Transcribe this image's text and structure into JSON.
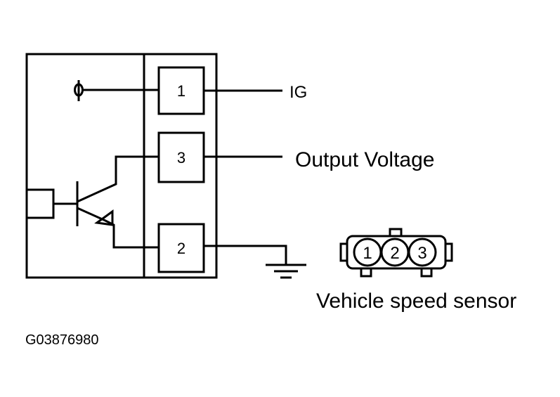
{
  "terminals": {
    "pin1": "1",
    "pin3": "3",
    "pin2": "2"
  },
  "labels": {
    "ig": "IG",
    "output_voltage": "Output Voltage"
  },
  "connector": {
    "pins": [
      "1",
      "2",
      "3"
    ],
    "caption": "Vehicle speed sensor"
  },
  "figure_id": "G03876980",
  "colors": {
    "line": "#000000",
    "background": "#ffffff"
  }
}
